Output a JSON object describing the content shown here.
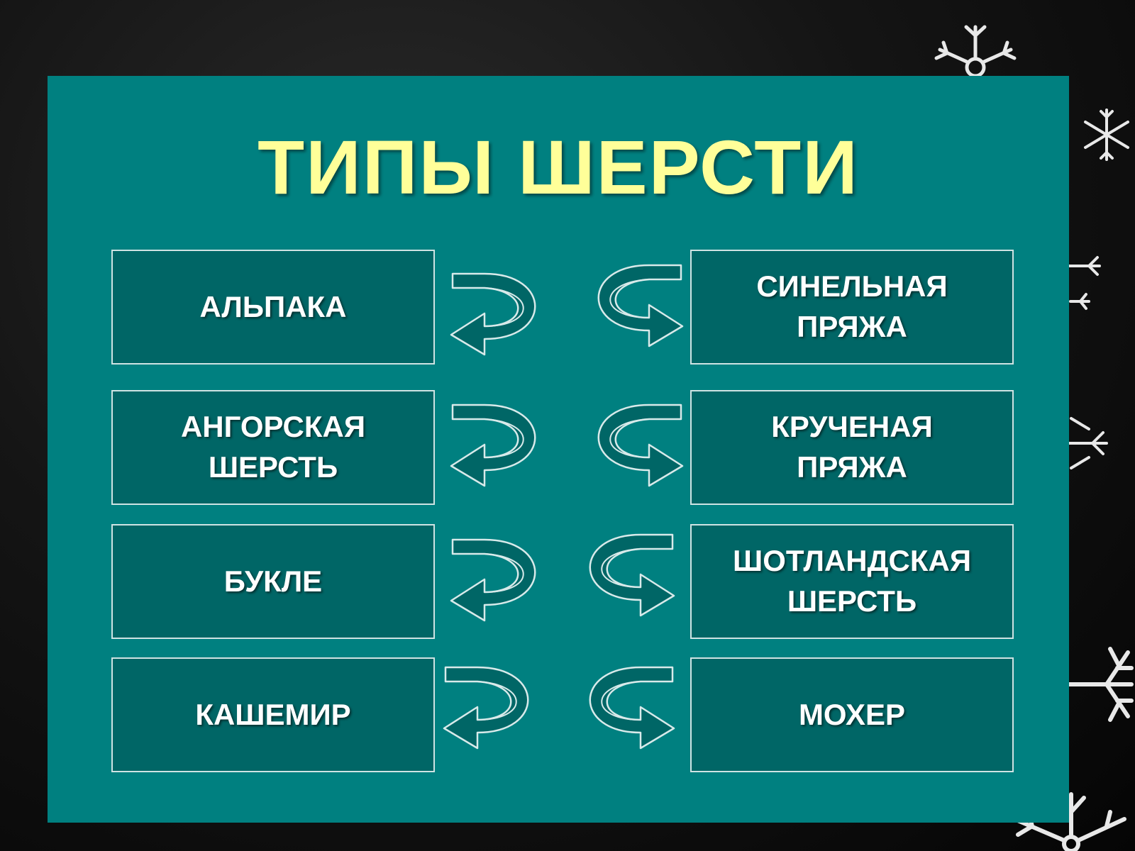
{
  "title": "ТИПЫ   ШЕРСТИ",
  "left_items": [
    {
      "label": "АЛЬПАКА"
    },
    {
      "label": "АНГОРСКАЯ\nШЕРСТЬ"
    },
    {
      "label": "БУКЛЕ"
    },
    {
      "label": "КАШЕМИР"
    }
  ],
  "right_items": [
    {
      "label": "СИНЕЛЬНАЯ\nПРЯЖА"
    },
    {
      "label": "КРУЧЕНАЯ\nПРЯЖА"
    },
    {
      "label": "ШОТЛАНДСКАЯ\nШЕРСТЬ"
    },
    {
      "label": "МОХЕР"
    }
  ],
  "colors": {
    "panel": "#008080",
    "box": "#006666",
    "title": "#ffff99",
    "label": "#ffffff",
    "background": "#111111"
  },
  "icons": [
    "curved-arrow-left-icon",
    "curved-arrow-right-icon",
    "snowflake-icon"
  ]
}
